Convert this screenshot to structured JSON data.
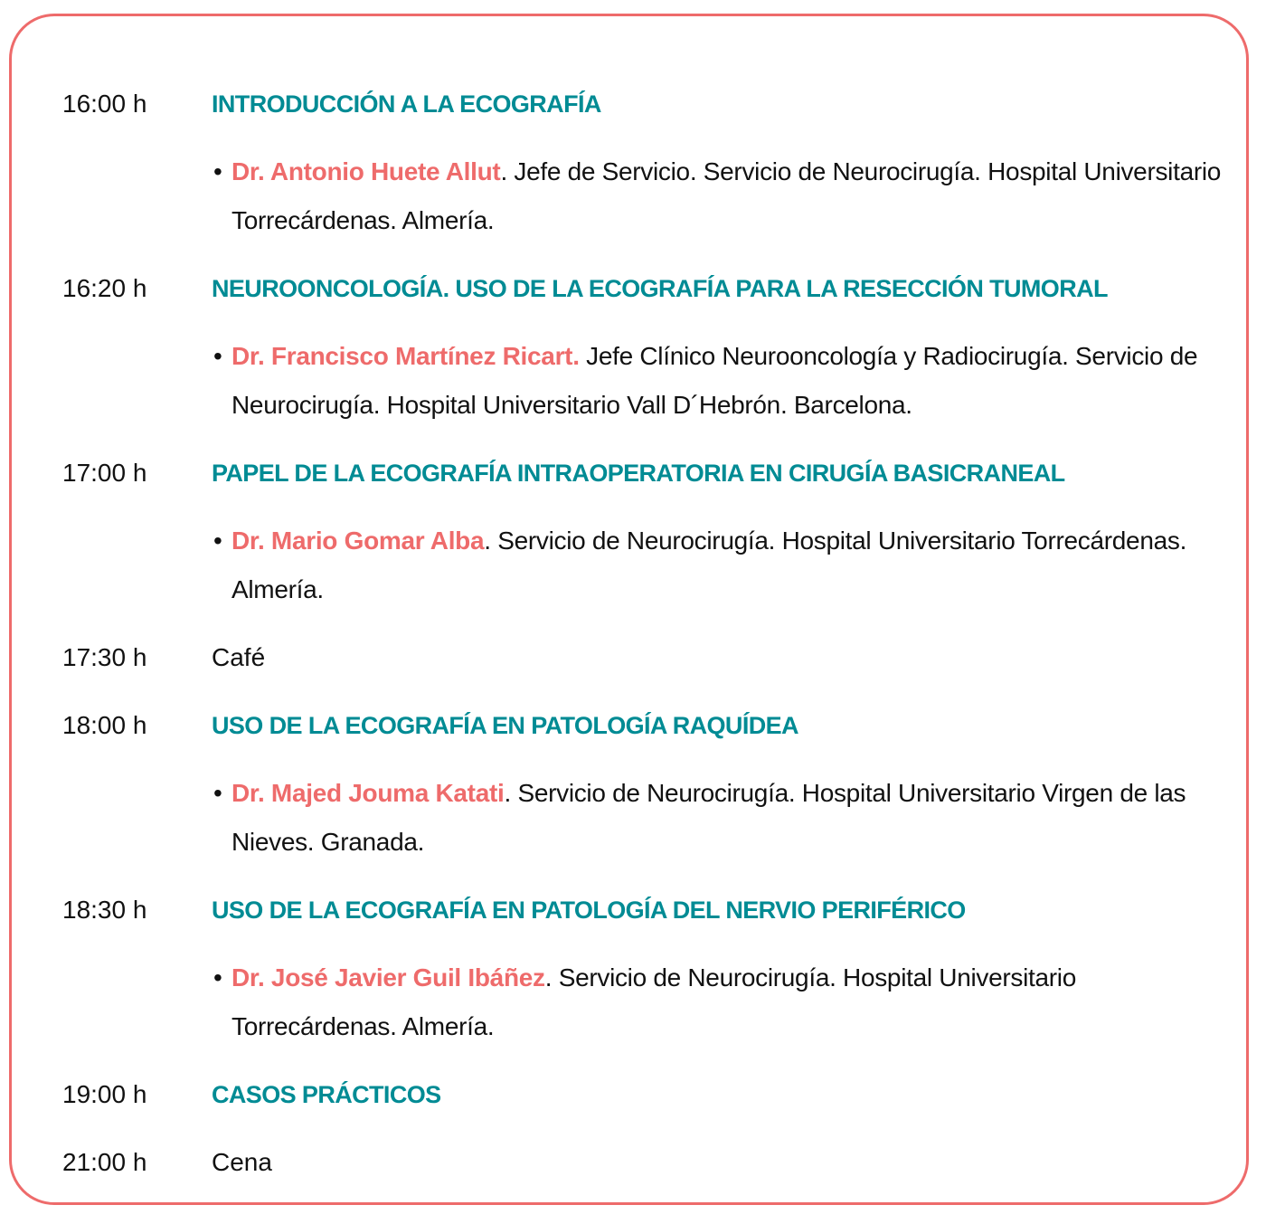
{
  "colors": {
    "border": "#ee6b6b",
    "title": "#008b94",
    "speaker": "#ee6b6b"
  },
  "agenda": [
    {
      "time": "16:00 h",
      "title": "INTRODUCCIÓN A LA ECOGRAFÍA",
      "speaker": {
        "name": "Dr. Antonio Huete Allut",
        "desc": ". Jefe de Servicio. Servicio de Neurocirugía. Hospital Universitario Torrecárdenas. Almería."
      }
    },
    {
      "time": "16:20 h",
      "title": "NEUROONCOLOGÍA. USO DE LA ECOGRAFÍA PARA LA RESECCIÓN TUMORAL",
      "speaker": {
        "name": "Dr. Francisco Martínez Ricart.",
        "desc": " Jefe Clínico Neurooncología y Radiocirugía. Servicio de Neurocirugía. Hospital Universitario Vall D´Hebrón. Barcelona."
      }
    },
    {
      "time": "17:00 h",
      "title": "PAPEL DE LA ECOGRAFÍA INTRAOPERATORIA EN CIRUGÍA BASICRANEAL",
      "speaker": {
        "name": "Dr. Mario Gomar Alba",
        "desc": ". Servicio de Neurocirugía. Hospital Universitario Torrecárdenas. Almería."
      }
    },
    {
      "time": "17:30 h",
      "plain": "Café"
    },
    {
      "time": "18:00 h",
      "title": "USO DE LA ECOGRAFÍA EN PATOLOGÍA RAQUÍDEA",
      "speaker": {
        "name": "Dr. Majed Jouma Katati",
        "desc": ". Servicio de Neurocirugía. Hospital Universitario Virgen de las Nieves. Granada."
      }
    },
    {
      "time": "18:30 h",
      "title": "USO DE LA ECOGRAFÍA EN PATOLOGÍA DEL NERVIO PERIFÉRICO",
      "speaker": {
        "name": "Dr. José Javier Guil Ibáñez",
        "desc": ". Servicio de Neurocirugía. Hospital Universitario Torrecárdenas. Almería."
      }
    },
    {
      "time": "19:00 h",
      "title": "CASOS PRÁCTICOS"
    },
    {
      "time": "21:00 h",
      "plain": "Cena"
    }
  ]
}
